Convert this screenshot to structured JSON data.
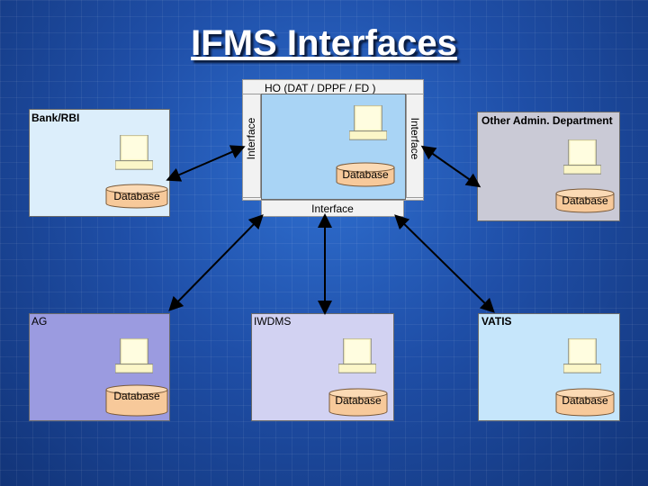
{
  "title": "IFMS Interfaces",
  "ho": {
    "label": "HO  (DAT / DPPF / FD )",
    "db": "Database"
  },
  "interface_left": "Interface",
  "interface_right": "Interface",
  "interface_bottom": "Interface",
  "bank": {
    "label": "Bank/RBI",
    "db": "Database"
  },
  "other": {
    "label": "Other Admin. Department",
    "db": "Database"
  },
  "ag": {
    "label": "AG",
    "db": "Database"
  },
  "iwdms": {
    "label": "IWDMS",
    "db": "Database"
  },
  "vatis": {
    "label": "VATIS",
    "db": "Database"
  },
  "colors": {
    "bank": "#dceefb",
    "ho": "#a9d4f5",
    "other": "#cacad6",
    "ag": "#9b9be0",
    "iwdms": "#d2d2f2",
    "vatis": "#c6e6fb",
    "db": "#f7c99a"
  }
}
